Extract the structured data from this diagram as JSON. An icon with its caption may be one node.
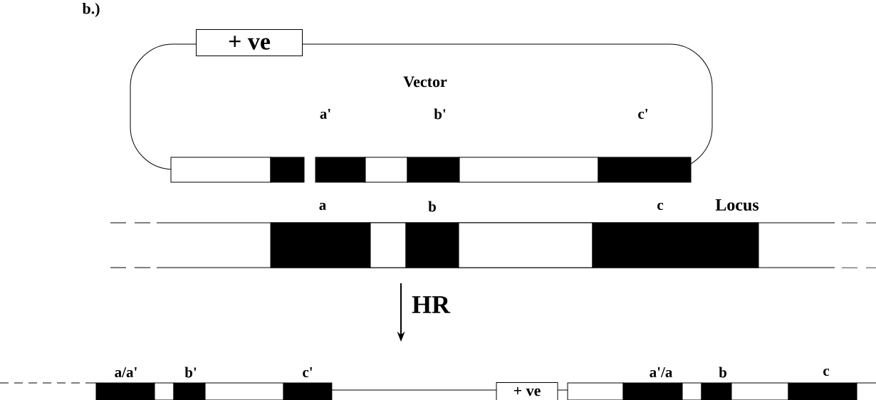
{
  "diagram": {
    "nodes": [
      {
        "text": [
          "+ ve"
        ]
      },
      {
        "text": [
          "+ ve"
        ]
      }
    ],
    "labels": [
      "b.)",
      "Vector",
      "a'",
      "b'",
      "c'",
      "a",
      "b",
      "c",
      "Locus",
      "HR",
      "a/a'",
      "b'",
      "c'",
      "a'/a",
      "b",
      "c"
    ]
  }
}
